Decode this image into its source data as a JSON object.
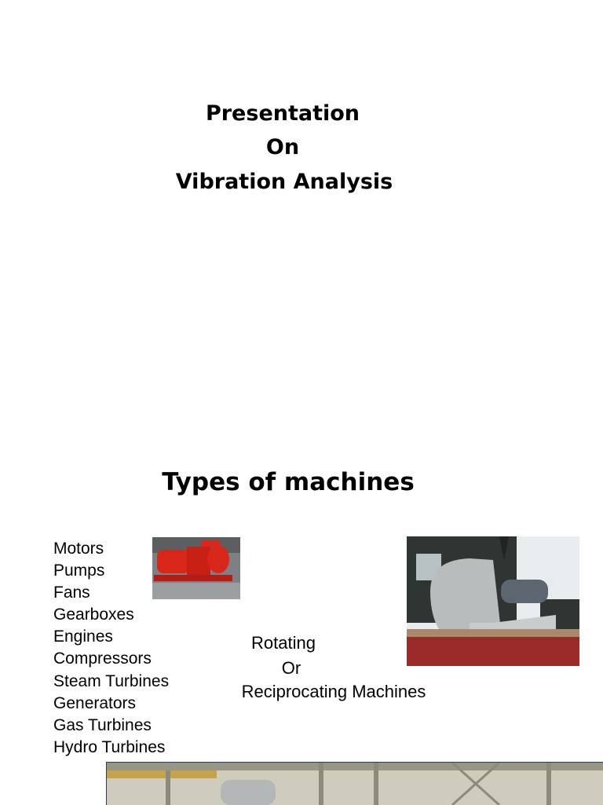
{
  "slide1": {
    "title_lines": [
      "Presentation",
      "On",
      "Vibration Analysis"
    ]
  },
  "slide2": {
    "heading": "Types of machines",
    "machines": [
      "Motors",
      "Pumps",
      "Fans",
      "Gearboxes",
      "Engines",
      "Compressors",
      "Steam Turbines",
      "Generators",
      "Gas Turbines",
      "Hydro Turbines"
    ],
    "center_lines": [
      "Rotating",
      "Or",
      "Reciprocating Machines"
    ],
    "colors": {
      "pump_red": "#d8261a",
      "fan_gray": "#b9bcbd",
      "trailer_red": "#9a2a2a"
    }
  }
}
